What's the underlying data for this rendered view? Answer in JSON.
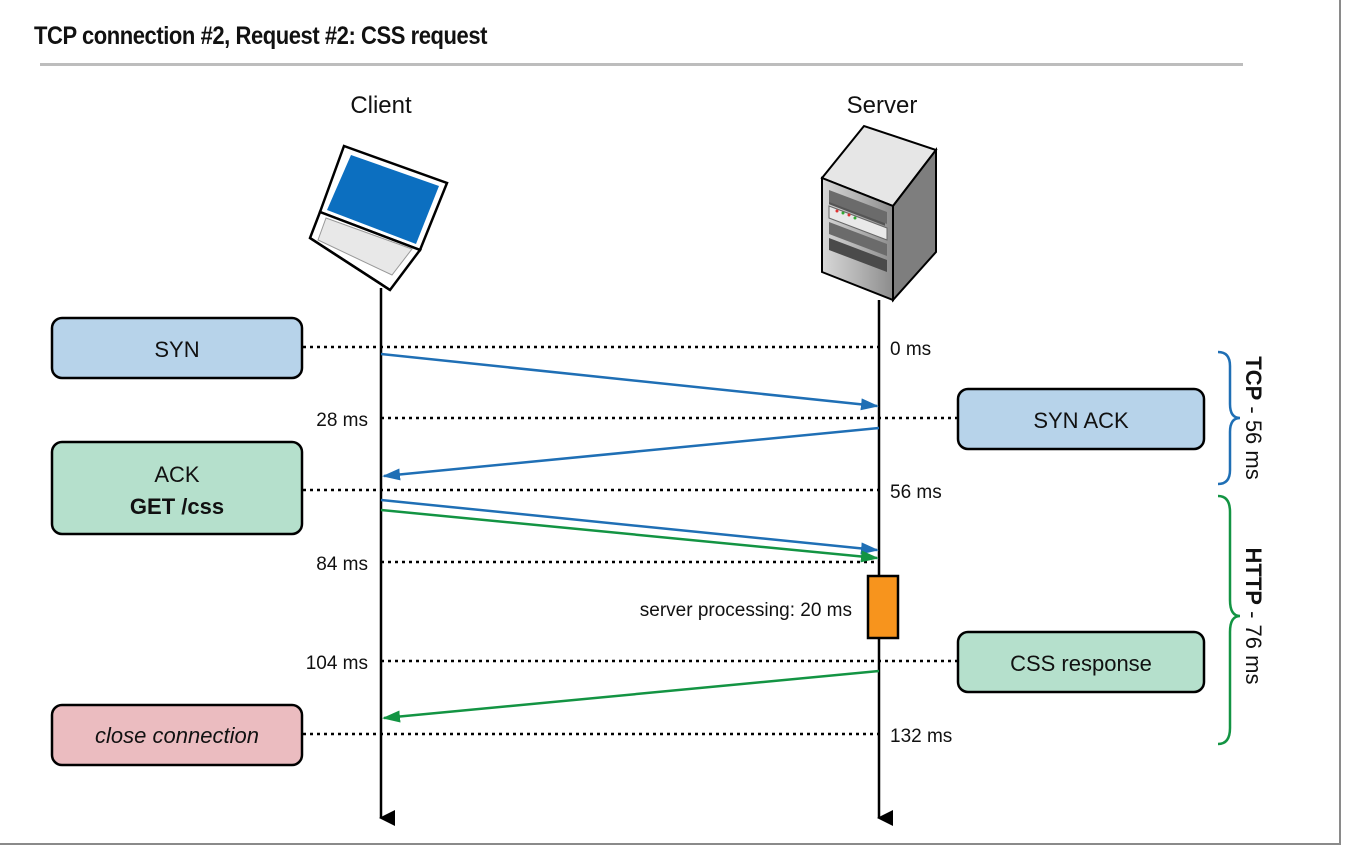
{
  "title": "TCP connection #2, Request #2: CSS request",
  "actors": {
    "client": "Client",
    "server": "Server"
  },
  "messages": {
    "syn": "SYN",
    "syn_ack": "SYN ACK",
    "ack_line1": "ACK",
    "ack_line2": "GET /css",
    "css_response": "CSS response",
    "close": "close connection"
  },
  "times": {
    "t0": "0 ms",
    "t28": "28 ms",
    "t56": "56 ms",
    "t84": "84 ms",
    "t104": "104 ms",
    "t132": "132 ms"
  },
  "processing": "server processing: 20 ms",
  "phases": {
    "tcp_bold": "TCP",
    "tcp_rest": " - 56 ms",
    "http_bold": "HTTP",
    "http_rest": " - 76 ms"
  },
  "colors": {
    "blue_box": "#b7d3ea",
    "green_box": "#b5e0cc",
    "pink_box": "#ebbcc0",
    "blue_arrow": "#1f6fb5",
    "green_arrow": "#139443",
    "processing_bar": "#f7941d",
    "laptop_screen": "#0c6fc0"
  }
}
